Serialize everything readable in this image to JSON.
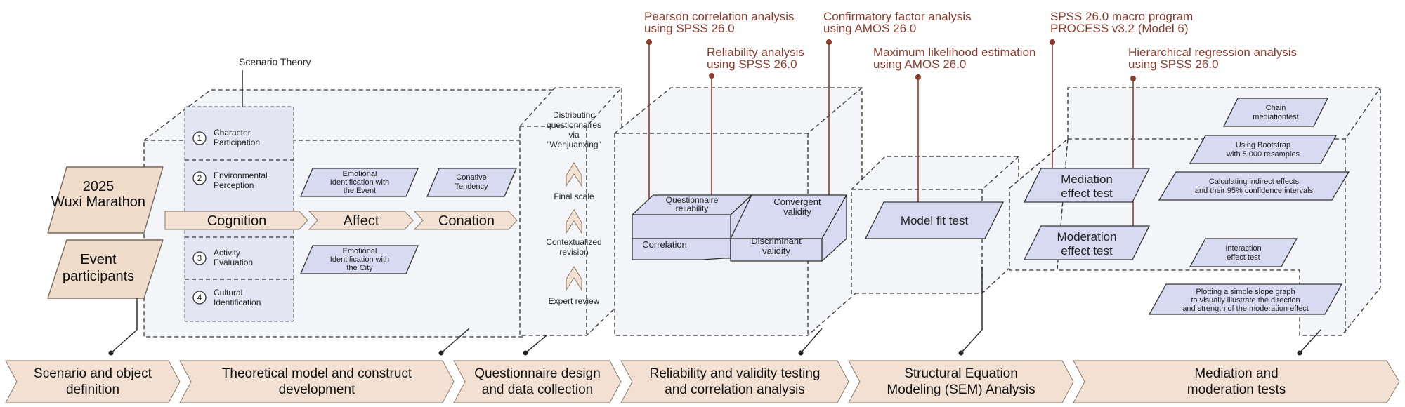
{
  "annotations": {
    "pearson": [
      "Pearson correlation analysis",
      "using SPSS 26.0"
    ],
    "reliability": [
      "Reliability analysis",
      "using SPSS 26.0"
    ],
    "cfa": [
      "Confirmatory factor analysis",
      "using AMOS 26.0"
    ],
    "mle": [
      "Maximum likelihood estimation",
      "using AMOS 26.0"
    ],
    "process": [
      "SPSS 26.0 macro program",
      "PROCESS v3.2 (Model 6)"
    ],
    "hierarchical": [
      "Hierarchical regression analysis",
      "using SPSS 26.0"
    ]
  },
  "scenario_theory": "Scenario Theory",
  "objects": {
    "marathon": [
      "2025",
      "Wuxi  Marathon"
    ],
    "participants": [
      "Event",
      "participants"
    ]
  },
  "dimensions": [
    {
      "num": "1",
      "label": [
        "Character",
        "Participation"
      ]
    },
    {
      "num": "2",
      "label": [
        "Environmental",
        "Perception"
      ]
    },
    {
      "num": "3",
      "label": [
        "Activity",
        "Evaluation"
      ]
    },
    {
      "num": "4",
      "label": [
        "Cultural",
        "Identification"
      ]
    }
  ],
  "constructs": {
    "emo_event": [
      "Emotional",
      "Identification with",
      "the Event"
    ],
    "conative": [
      "Conative",
      "Tendency"
    ],
    "emo_city": [
      "Emotional",
      "Identification with",
      "the City"
    ]
  },
  "arrow_row": {
    "cognition": "Cognition",
    "affect": "Affect",
    "conation": "Conation"
  },
  "questionnaire": {
    "distributing": [
      "Distributing",
      "questionnaires",
      "via",
      "\"Wenjuanxing\""
    ],
    "final_scale": "Final scale",
    "revision": [
      "Contextualized",
      "revision"
    ],
    "expert": "Expert review"
  },
  "reliability_box": {
    "q_reliability": [
      "Questionnaire",
      "reliability"
    ],
    "correlation": "Correlation",
    "convergent": [
      "Convergent",
      "validity"
    ],
    "discriminant": [
      "Discriminant",
      "validity"
    ]
  },
  "sem": {
    "model_fit": "Model fit test"
  },
  "mediation": {
    "mediation_test": [
      "Mediation",
      "effect test"
    ],
    "moderation_test": [
      "Moderation",
      "effect test"
    ],
    "chain": [
      "Chain",
      "mediationtest"
    ],
    "bootstrap": [
      "Using Bootstrap",
      "with 5,000 resamples"
    ],
    "indirect": [
      "Calculating indirect effects",
      "and their 95% confidence intervals"
    ],
    "interaction": [
      "Interaction",
      "effect test"
    ],
    "slope": [
      "Plotting a simple slope graph",
      "to visually illustrate the direction",
      "and strength of the moderation effect"
    ]
  },
  "stages": [
    [
      "Scenario and object",
      "definition"
    ],
    [
      "Theoretical model and construct",
      "development"
    ],
    [
      "Questionnaire design",
      "and data collection"
    ],
    [
      "Reliability and validity testing",
      "and correlation analysis"
    ],
    [
      "Structural Equation",
      "Modeling (SEM) Analysis"
    ],
    [
      "Mediation and",
      "moderation tests"
    ]
  ]
}
